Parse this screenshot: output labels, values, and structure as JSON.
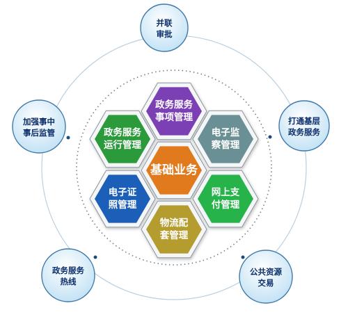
{
  "core": {
    "label": "基础业务",
    "color": "#e07a1f"
  },
  "modules": [
    {
      "lines": [
        "政务服务",
        "事项管理"
      ],
      "color": "#7b3fb5"
    },
    {
      "lines": [
        "电子监",
        "察管理"
      ],
      "color": "#6a8f95"
    },
    {
      "lines": [
        "网上支",
        "付管理"
      ],
      "color": "#27b34a"
    },
    {
      "lines": [
        "物流配",
        "套管理"
      ],
      "color": "#b59c2e"
    },
    {
      "lines": [
        "电子证",
        "照管理"
      ],
      "color": "#1f5fb8"
    },
    {
      "lines": [
        "政务服务",
        "运行管理"
      ],
      "color": "#2a9a3a"
    }
  ],
  "outer_nodes": [
    {
      "lines": [
        "并联",
        "审批"
      ]
    },
    {
      "lines": [
        "打通基层",
        "政务服务"
      ]
    },
    {
      "lines": [
        "公共资源",
        "交易"
      ]
    },
    {
      "lines": [
        "政务服务",
        "热线"
      ]
    },
    {
      "lines": [
        "加强事中",
        "事后监管"
      ]
    }
  ],
  "colors": {
    "ring": "#b9cfe0",
    "dashed_ring": "#6d7f8e",
    "outer_node_fill": "#d8ecf8",
    "outer_node_stroke": "#3f78a8",
    "connector_dot": "#1f4a7a"
  }
}
